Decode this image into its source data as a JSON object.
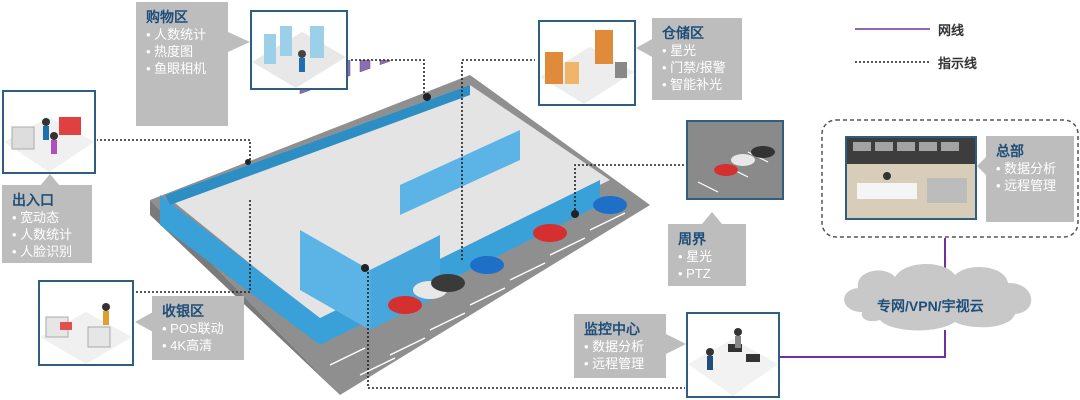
{
  "legend": {
    "network_line": "网线",
    "indicator_line": "指示线",
    "network_color": "#7030a0"
  },
  "zones": {
    "shopping": {
      "title": "购物区",
      "items": [
        "人数统计",
        "热度图",
        "鱼眼相机"
      ]
    },
    "warehouse": {
      "title": "仓储区",
      "items": [
        "星光",
        "门禁/报警",
        "智能补光"
      ]
    },
    "entrance": {
      "title": "出入口",
      "items": [
        "宽动态",
        "人数统计",
        "人脸识别"
      ]
    },
    "checkout": {
      "title": "收银区",
      "items": [
        "POS联动",
        "4K高清"
      ]
    },
    "perimeter": {
      "title": "周界",
      "items": [
        "星光",
        "PTZ"
      ]
    },
    "monitoring": {
      "title": "监控中心",
      "items": [
        "数据分析",
        "远程管理"
      ]
    },
    "headquarters": {
      "title": "总部",
      "items": [
        "数据分析",
        "远程管理"
      ]
    }
  },
  "cloud": {
    "label": "专网/VPN/宇视云"
  },
  "colors": {
    "title_blue": "#1f4e79",
    "label_gray": "#bdbdbd",
    "wall_blue": "#3aa0d8",
    "floor_gray": "#9e9e9e"
  }
}
